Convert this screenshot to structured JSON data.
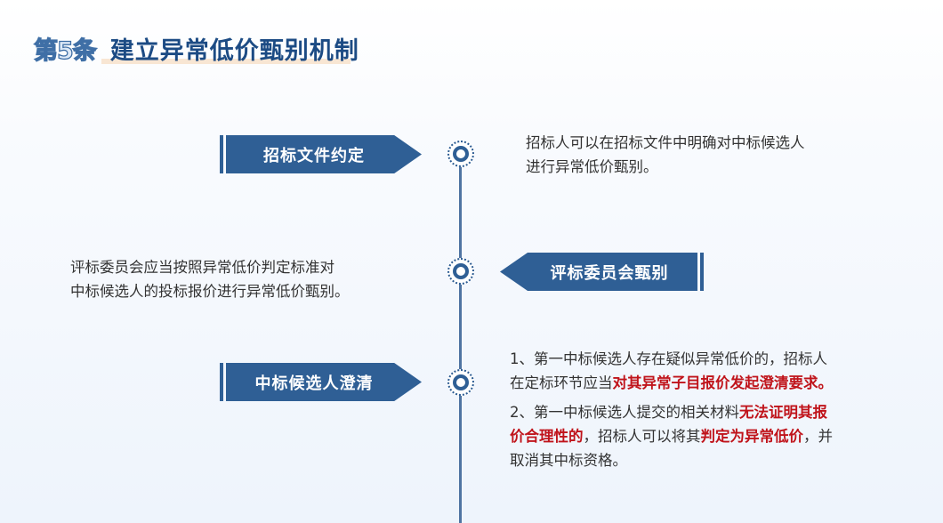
{
  "title": {
    "article_number": "第5条",
    "heading": "建立异常低价甄别机制"
  },
  "colors": {
    "primary": "#2f5f95",
    "title": "#1c4b84",
    "highlight": "#c0141b",
    "body_text": "#333333"
  },
  "timeline": {
    "items": [
      {
        "label": "招标文件约定",
        "side": "left",
        "description_lines": [
          "招标人可以在招标文件中明确对中标候选人",
          "进行异常低价甄别。"
        ]
      },
      {
        "label": "评标委员会甄别",
        "side": "right",
        "description_lines": [
          "评标委员会应当按照异常低价判定标准对",
          "中标候选人的投标报价进行异常低价甄别。"
        ]
      },
      {
        "label": "中标候选人澄清",
        "side": "left",
        "points": [
          {
            "line1": "1、第一中标候选人存在疑似异常低价的，招标人",
            "line2_plain": "在定标环节应当",
            "line2_red": "对其异常子目报价发起澄清要求。"
          },
          {
            "line1_plain": "2、第一中标候选人提交的相关材料",
            "line1_red": "无法证明其报",
            "line2_red_a": "价合理性的",
            "line2_plain_a": "，招标人可以将其",
            "line2_red_b": "判定为异常低价",
            "line2_plain_b": "，并",
            "line3": "取消其中标资格。"
          }
        ]
      }
    ]
  }
}
